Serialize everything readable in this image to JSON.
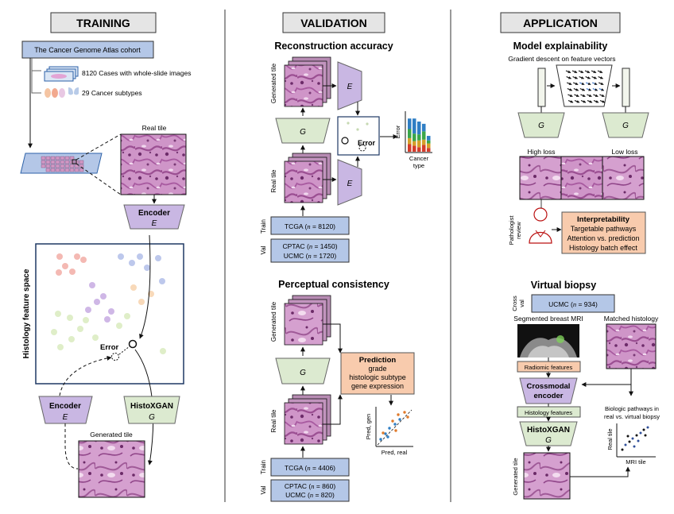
{
  "colors": {
    "header_fill": "#e5e5e5",
    "blue_box": "#b4c7e7",
    "peach_box": "#f8cbad",
    "purple_block": "#c9b7e3",
    "green_block": "#dcead0",
    "tissue": "#c98bc0",
    "tissue_dark": "#a45a9b"
  },
  "training": {
    "header": "TRAINING",
    "tcga_cohort": "The Cancer Genome Atlas cohort",
    "cases": "8120 Cases with whole-slide images",
    "subtypes": "29 Cancer subtypes",
    "real_tile": "Real tile",
    "encoder_label": "Encoder",
    "encoder_symbol": "E",
    "feature_space": "Histology feature space",
    "error": "Error",
    "encoder2_label": "Encoder",
    "encoder2_symbol": "E",
    "histoxgan_label": "HistoXGAN",
    "histoxgan_symbol": "G",
    "generated_tile": "Generated tile",
    "icons": [
      "slide-stack-icon",
      "organ-icons",
      "slide-grid-icon"
    ]
  },
  "validation": {
    "header": "VALIDATION",
    "recon_title": "Reconstruction accuracy",
    "generated_tile": "Generated tile",
    "real_tile": "Real tile",
    "e_symbol": "E",
    "g_symbol": "G",
    "error": "Error",
    "error_axis": "Error",
    "cancer_type_1": "Cancer",
    "cancer_type_2": "type",
    "train_label": "Train",
    "val_label": "Val",
    "tcga_recon": {
      "pre": "TCGA (",
      "n": "n",
      "post": " = 8120)"
    },
    "cptac_recon": {
      "pre": "CPTAC (",
      "n": "n",
      "post": " = 1450)"
    },
    "ucmc_recon": {
      "pre": "UCMC (",
      "n": "n",
      "post": " = 1720)"
    },
    "percep_title": "Perceptual consistency",
    "prediction_title": "Prediction",
    "prediction_items": [
      "grade",
      "histologic subtype",
      "gene expression"
    ],
    "pred_gen_axis": "Pred, gen",
    "pred_real_axis": "Pred, real",
    "tcga_percep": {
      "pre": "TCGA (",
      "n": "n",
      "post": " = 4406)"
    },
    "cptac_percep": {
      "pre": "CPTAC (",
      "n": "n",
      "post": " = 860)"
    },
    "ucmc_percep": {
      "pre": "UCMC (",
      "n": "n",
      "post": " = 820)"
    }
  },
  "application": {
    "header": "APPLICATION",
    "explain_title": "Model explainability",
    "gradient_text": "Gradient descent on feature vectors",
    "g_symbol": "G",
    "high_loss": "High loss",
    "low_loss": "Low loss",
    "pathologist_1": "Pathologist",
    "pathologist_2": "review",
    "interp_title": "Interpretability",
    "interp_items": [
      "Targetable pathways",
      "Attention vs. prediction",
      "Histology batch effect"
    ],
    "biopsy_title": "Virtual biopsy",
    "cross_1": "Cross",
    "cross_2": "val",
    "ucmc": {
      "pre": "UCMC (",
      "n": "n",
      "post": " = 934)"
    },
    "mri_label": "Segmented breast MRI",
    "matched_label": "Matched histology",
    "radiomic": "Radiomic features",
    "crossmodal_1": "Crossmodal",
    "crossmodal_2": "encoder",
    "histology_features": "Histology features",
    "histoxgan_label": "HistoXGAN",
    "histoxgan_symbol": "G",
    "generated_tile": "Generated tile",
    "biologic_1": "Biologic pathways in",
    "biologic_2": "real vs. virtual biopsy",
    "real_tile_axis": "Real tile",
    "mri_tile_axis": "MRI tile"
  }
}
